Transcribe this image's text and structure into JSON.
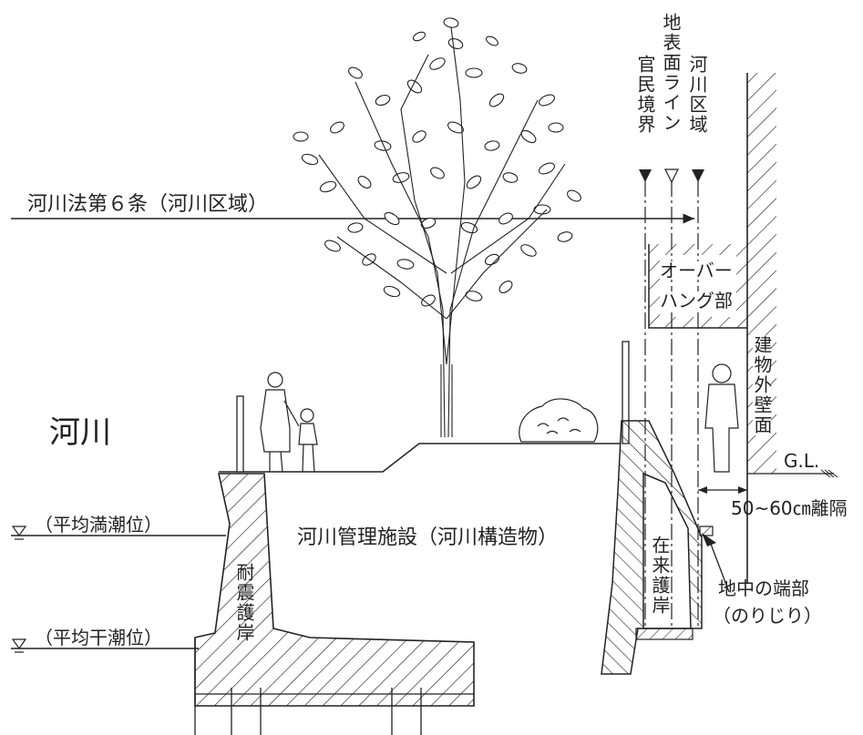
{
  "labels": {
    "river_law": "河川法第６条（河川区域）",
    "river": "河川",
    "mean_high_tide": "（平均満潮位）",
    "mean_low_tide": "（平均干潮位）",
    "river_facility": "河川管理施設（河川構造物）",
    "quake_revetment": "耐震護岸",
    "existing_revetment": "在来護岸",
    "underground_edge": "地中の端部",
    "norijiri": "（のりじり）",
    "overhang": "オーバー",
    "overhang_2": "ハング部",
    "building_wall": "建物外壁面",
    "ground_level": "G.L.",
    "separation": "50~60㎝離隔",
    "boundary_public_private": "官民境界",
    "surface_line": "地表面ライン",
    "river_area": "河川区域"
  },
  "colors": {
    "ink": "#222222",
    "background": "#ffffff"
  }
}
